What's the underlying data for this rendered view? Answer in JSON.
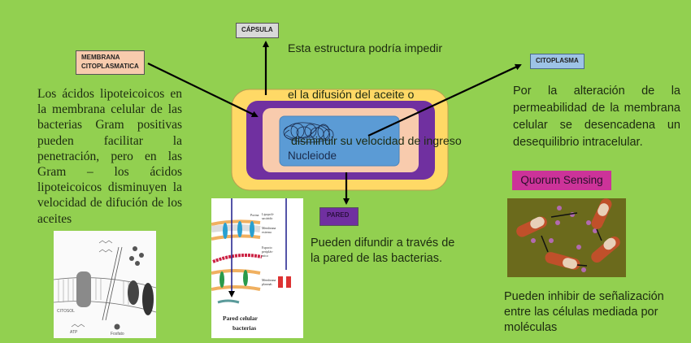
{
  "labels": {
    "capsula": "CÁPSULA",
    "membrana": "MEMBRANA\nCITOPLASMATICA",
    "membrana_line1": "MEMBRANA",
    "membrana_line2": "CITOPLASMATICA",
    "citoplasma": "CITOPLASMA",
    "pared": "PARED",
    "quorum": "Quorum Sensing"
  },
  "cell": {
    "nucleoid_label": "Nucleiode"
  },
  "texts": {
    "capsula_note": [
      "Esta estructura podría impedir",
      "el la difusión del aceite o",
      " disminuir su velocidad de ingreso"
    ],
    "membrana_note": "Los ácidos lipoteicoicos en la membrana celular de las bacterias Gram positivas pueden facilitar la penetración, pero en las Gram – los ácidos lipoteicoicos disminuyen la velocidad de difución de los aceites",
    "citoplasma_note": "Por la alteración de la permeabilidad de la membrana celular se desencadena un desequilibrio intracelular.",
    "pared_note": "Pueden difundir a través de la pared de las bacterias.",
    "quorum_note": "Pueden inhibir de señalización entre las células mediada por moléculas"
  },
  "images": {
    "membrane_figure": {
      "cytosol_label": "CITOSOL",
      "atp_label": "ATP",
      "phosphate_label": "Fosfato"
    },
    "wall_figure": {
      "caption_line1": "Pared celular",
      "caption_line2": "bacterias",
      "porin": "Porina",
      "lps_1": "Lipopoli-",
      "lps_2": "sacárido",
      "outer_1": "Membrana",
      "outer_2": "externa",
      "peri_1": "Espacio",
      "peri_2": "periplás-",
      "peri_3": "mico",
      "plasma_1": "Membrana",
      "plasma_2": "plasmát."
    }
  },
  "colors": {
    "background": "#92d050",
    "capsule": "#ffd966",
    "wall": "#7030a0",
    "membrane": "#f8cbad",
    "cytoplasm": "#5b9bd5",
    "capsula_box": "#d9d9d9",
    "membrana_box": "#f8cbad",
    "citoplasma_box": "#9dc3e6",
    "pared_box": "#7030a0",
    "quorum_box": "#cc3399"
  }
}
